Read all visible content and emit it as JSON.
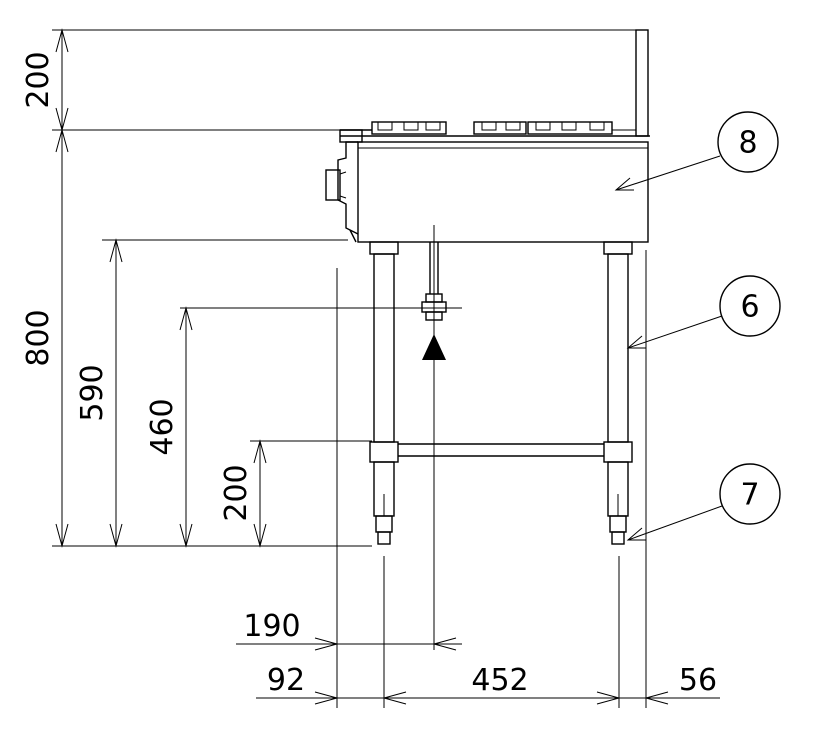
{
  "dimensions": {
    "top_clearance": "200",
    "overall_height": "800",
    "height_590": "590",
    "height_460": "460",
    "shelf_height": "200",
    "offset_190": "190",
    "offset_92": "92",
    "leg_span": "452",
    "offset_56": "56"
  },
  "callouts": {
    "body": "8",
    "leg": "6",
    "adjuster_foot": "7"
  },
  "colors": {
    "line": "#000000",
    "background": "#ffffff"
  }
}
